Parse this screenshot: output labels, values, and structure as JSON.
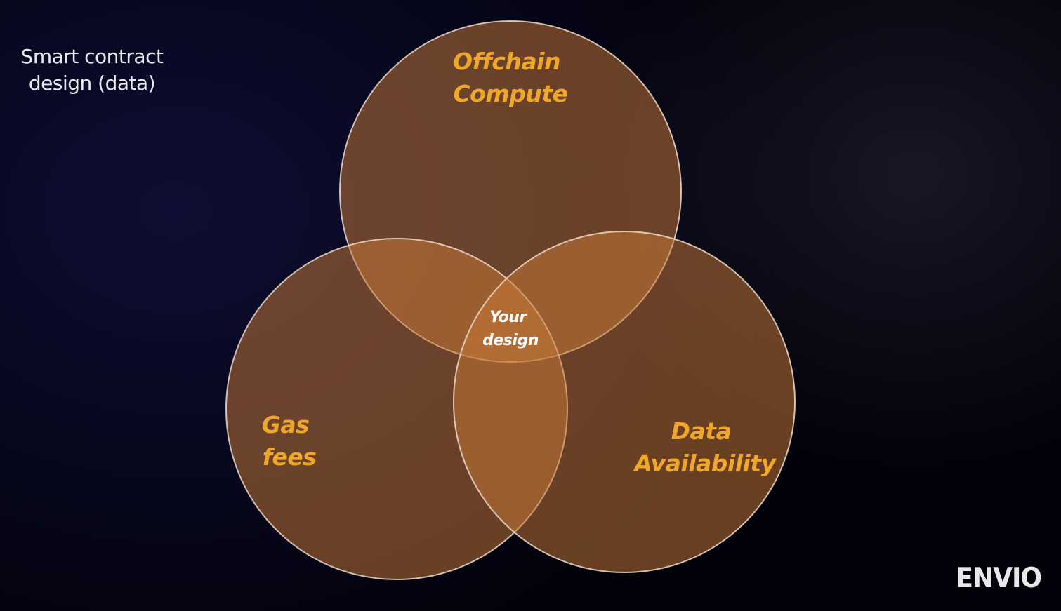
{
  "slide": {
    "title_lines": [
      "Smart contract",
      "design (data)"
    ]
  },
  "venn": {
    "sets": [
      {
        "id": "offchain",
        "label_lines": [
          "Offchain",
          "Compute"
        ]
      },
      {
        "id": "gas",
        "label_lines": [
          "Gas",
          "fees"
        ]
      },
      {
        "id": "data",
        "label_lines": [
          "Data",
          "Availability"
        ]
      }
    ],
    "intersection": {
      "label_lines": [
        "Your",
        "design"
      ]
    },
    "colors": {
      "circle_fill": "#c77838",
      "circle_stroke": "#f0dccb",
      "label": "#f0a628",
      "center_label": "#ffffff"
    }
  },
  "brand": {
    "logo_text": "ENVIO"
  }
}
